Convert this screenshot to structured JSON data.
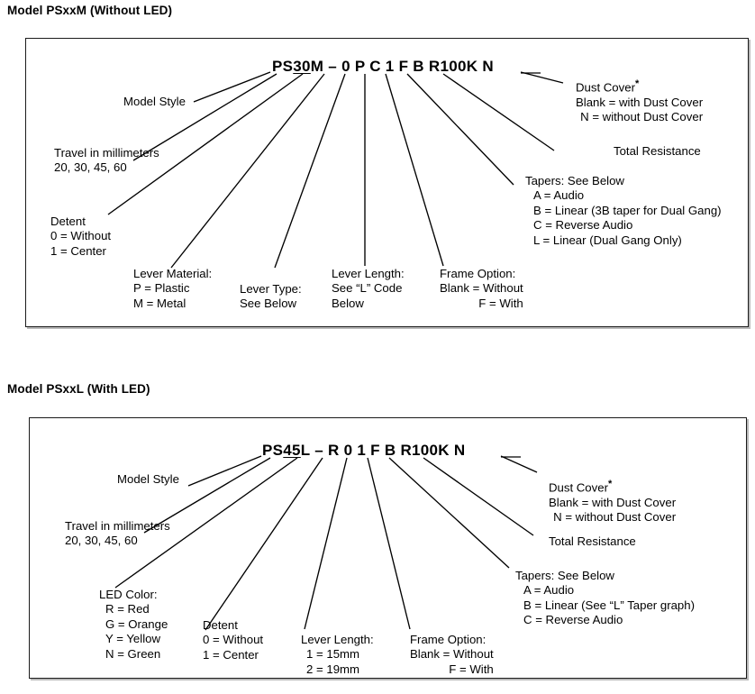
{
  "sections": [
    {
      "title": "Model PSxxM (Without LED)",
      "part_number": {
        "prefix": "PS",
        "travel": "30",
        "suffix": "M",
        "rest": " – 0 P C 1 F B R100K N",
        "full": "PS30M – 0 P C 1 F B R100K N"
      },
      "callouts": {
        "model_style": {
          "lines": [
            "Model Style"
          ]
        },
        "travel": {
          "lines": [
            "Travel in millimeters",
            "20, 30, 45, 60"
          ]
        },
        "detent": {
          "lines": [
            "Detent",
            "0 = Without",
            "1 = Center"
          ]
        },
        "lever_material": {
          "lines": [
            "Lever Material:",
            "P = Plastic",
            "M = Metal"
          ]
        },
        "lever_type": {
          "lines": [
            "Lever Type:",
            "See Below"
          ]
        },
        "lever_length": {
          "lines": [
            "Lever Length:",
            "See “L” Code",
            "Below"
          ]
        },
        "frame_option": {
          "lines": [
            "Frame Option:",
            "Blank = Without",
            "F = With"
          ]
        },
        "tapers": {
          "lines": [
            "Tapers: See Below",
            "A = Audio",
            "B = Linear (3B taper for Dual Gang)",
            "C = Reverse Audio",
            "L = Linear (Dual Gang Only)"
          ]
        },
        "dust_cover": {
          "title": "Dust Cover",
          "asterisk": "*",
          "lines": [
            "Blank = with Dust Cover",
            "N = without Dust Cover"
          ]
        },
        "total_resistance": {
          "lines": [
            "Total Resistance"
          ]
        }
      }
    },
    {
      "title": "Model PSxxL (With LED)",
      "part_number": {
        "prefix": "PS",
        "travel": "45",
        "suffix": "L",
        "rest": " – R 0 1 F B R100K N",
        "full": "PS45L – R 0 1 F B R100K N"
      },
      "callouts": {
        "model_style": {
          "lines": [
            "Model Style"
          ]
        },
        "travel": {
          "lines": [
            "Travel in millimeters",
            "20, 30, 45, 60"
          ]
        },
        "led_color": {
          "lines": [
            "LED Color:",
            "R = Red",
            "G = Orange",
            "Y = Yellow",
            "N = Green"
          ]
        },
        "detent": {
          "lines": [
            "Detent",
            "0 = Without",
            "1 = Center"
          ]
        },
        "lever_length": {
          "lines": [
            "Lever Length:",
            "1 = 15mm",
            "2 = 19mm"
          ]
        },
        "frame_option": {
          "lines": [
            "Frame Option:",
            "Blank = Without",
            "F = With"
          ]
        },
        "tapers": {
          "lines": [
            "Tapers: See Below",
            "A = Audio",
            "B = Linear (See “L” Taper graph)",
            "C = Reverse Audio"
          ]
        },
        "dust_cover": {
          "title": "Dust Cover",
          "asterisk": "*",
          "lines": [
            "Blank = with Dust Cover",
            "N = without Dust Cover"
          ]
        },
        "total_resistance": {
          "lines": [
            "Total Resistance"
          ]
        }
      }
    }
  ],
  "colors": {
    "line": "#000000",
    "box_border": "#1b1b1b",
    "background": "#ffffff"
  }
}
